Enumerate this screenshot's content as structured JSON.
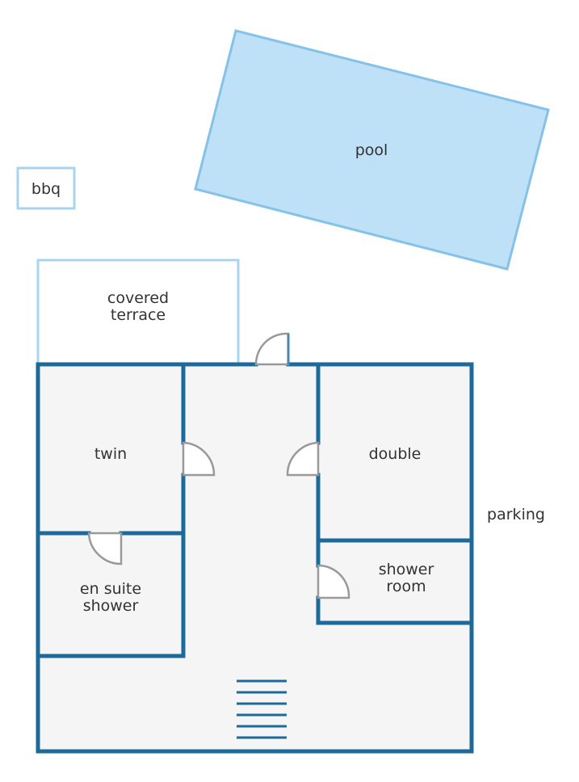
{
  "colors": {
    "wall": "#1d6a9a",
    "light_outline": "#a9d4ef",
    "pool_fill": "#bfe1f7",
    "pool_stroke": "#85c2ea",
    "floor": "#f5f5f5",
    "door": "#999999",
    "door_wall_end": "#4a86b0",
    "text": "#333333",
    "background": "#ffffff"
  },
  "labels": {
    "pool": "pool",
    "bbq": "bbq",
    "covered_terrace_line1": "covered",
    "covered_terrace_line2": "terrace",
    "twin": "twin",
    "double": "double",
    "en_suite_line1": "en suite",
    "en_suite_line2": "shower",
    "shower_room_line1": "shower",
    "shower_room_line2": "room",
    "parking": "parking"
  },
  "icons": {
    "stairs": "stairs-icon",
    "door": "door-swing-icon"
  }
}
